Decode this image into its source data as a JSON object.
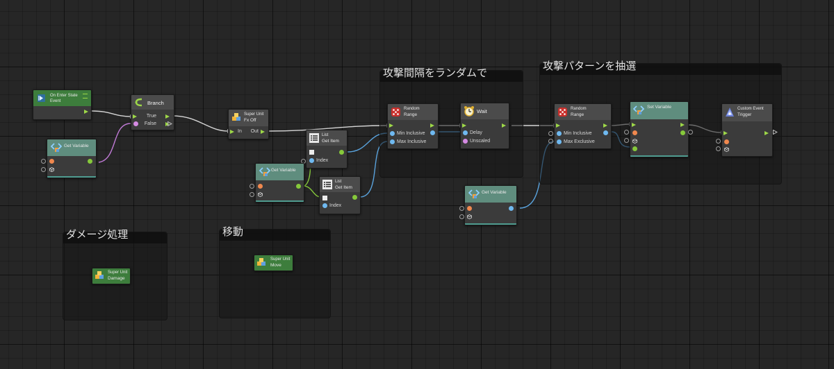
{
  "groups": {
    "interval": "攻撃間隔をランダムで",
    "pattern": "攻撃パターンを抽選",
    "damage": "ダメージ処理",
    "move": "移動"
  },
  "nodes": {
    "on_enter": {
      "title": "On Enter State",
      "subtitle": "Event"
    },
    "branch": {
      "title": "Branch",
      "true_label": "True",
      "false_label": "False"
    },
    "get_var_1": {
      "title": "Get Variable"
    },
    "fx_off": {
      "title": "Super Unit",
      "subtitle": "Fx Off",
      "in_label": "In",
      "out_label": "Out"
    },
    "list_get_1": {
      "title": "List",
      "subtitle": "Get Item",
      "index_label": "Index"
    },
    "get_var_2": {
      "title": "Get Variable"
    },
    "list_get_2": {
      "title": "List",
      "subtitle": "Get Item",
      "index_label": "Index"
    },
    "random_1": {
      "title": "Random",
      "subtitle": "Range",
      "min_label": "Min Inclusive",
      "max_label": "Max Inclusive"
    },
    "wait": {
      "title": "Wait",
      "delay_label": "Delay",
      "unscaled_label": "Unscaled"
    },
    "random_2": {
      "title": "Random",
      "subtitle": "Range",
      "min_label": "Min Inclusive",
      "max_label": "Max Exclusive"
    },
    "get_var_3": {
      "title": "Get Variable"
    },
    "set_var": {
      "title": "Set Variable"
    },
    "custom_event": {
      "title": "Custom Event",
      "subtitle": "Trigger"
    },
    "damage_unit": {
      "title": "Super Unit",
      "subtitle": "Damage"
    },
    "move_unit": {
      "title": "Super Unit",
      "subtitle": "Move"
    }
  },
  "colors": {
    "background": "#262626",
    "control_flow": "#d5d5d5",
    "control_port": "#9ed848",
    "float_port": "#6fb9f0",
    "bool_port": "#86c93b",
    "string_port": "#f0884e",
    "boolean_flag_port": "#d58ae3",
    "event_header": "#3d7d3c",
    "variable_header": "#5f8d7e",
    "unit_header": "#4b4b4b"
  },
  "icons": [
    "event-icon",
    "branch-icon",
    "variable-icon",
    "super-unit-icon",
    "list-icon",
    "dice-icon",
    "clock-icon",
    "custom-event-icon",
    "object-cube-icon"
  ]
}
